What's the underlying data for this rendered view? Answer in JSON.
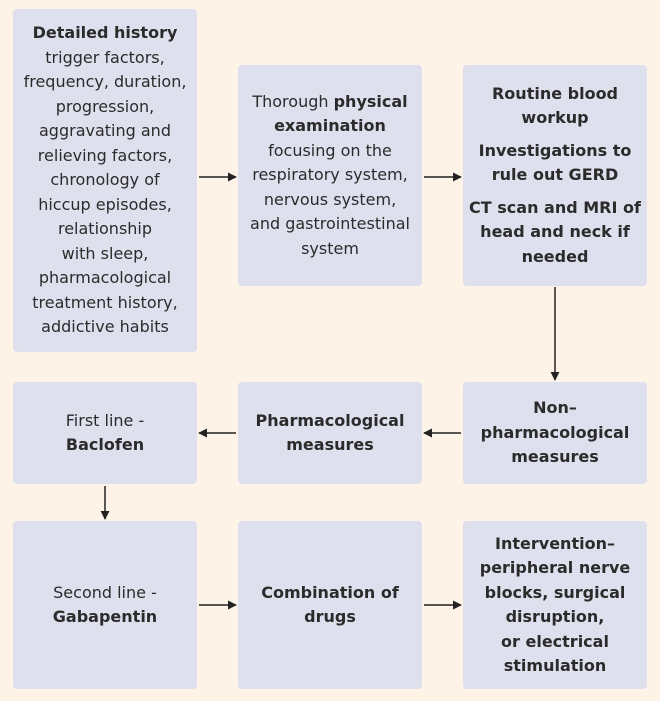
{
  "colors": {
    "background": "#fdf3e7",
    "box_fill": "#dfe0ee",
    "arrow": "#222222"
  },
  "nodes": {
    "history": {
      "title": "Detailed history",
      "lines": [
        "trigger factors,",
        "frequency, duration,",
        "progression,",
        "aggravating and",
        "relieving factors,",
        "chronology of",
        "hiccup episodes,",
        "relationship",
        "with sleep,",
        "pharmacological",
        "treatment history,",
        "addictive habits"
      ]
    },
    "exam": {
      "line1_plain": "Thorough ",
      "line1_bold": "physical",
      "line2_bold": "examination",
      "lines": [
        "focusing on the",
        "respiratory system,",
        "nervous system,",
        "and gastrointestinal",
        "system"
      ]
    },
    "investigations": {
      "item1": [
        "Routine blood",
        "workup"
      ],
      "item2": [
        "Investigations to",
        "rule out GERD"
      ],
      "item3": [
        "CT scan and MRI of",
        "head and neck if",
        "needed"
      ]
    },
    "nonpharm": {
      "lines": [
        "Non–",
        "pharmacological",
        "measures"
      ]
    },
    "pharm": {
      "lines": [
        "Pharmacological",
        "measures"
      ]
    },
    "first_line": {
      "label": "First line -",
      "drug": "Baclofen"
    },
    "second_line": {
      "label": "Second line -",
      "drug": "Gabapentin"
    },
    "combination": {
      "lines": [
        "Combination of",
        "drugs"
      ]
    },
    "intervention": {
      "lines": [
        "Intervention–",
        "peripheral nerve",
        "blocks, surgical",
        "disruption,",
        "or electrical",
        "stimulation"
      ]
    }
  }
}
